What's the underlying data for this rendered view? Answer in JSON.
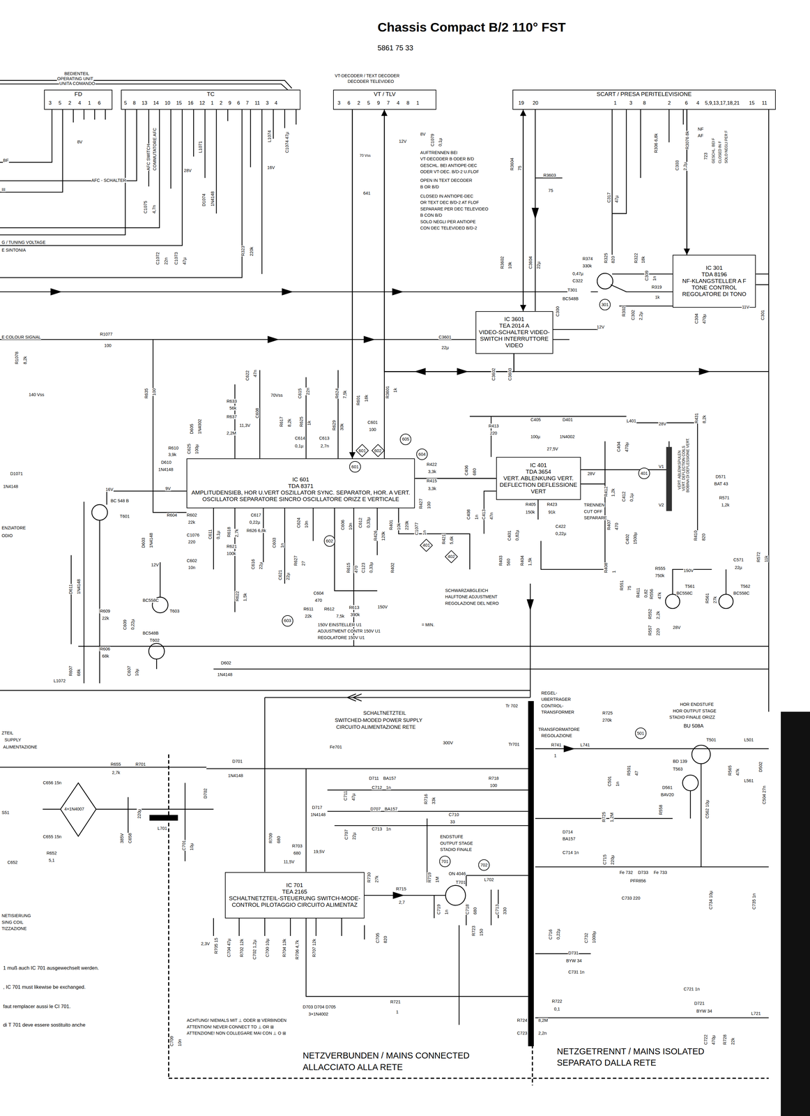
{
  "diagram": {
    "title": "Chassis Compact B/2 110° FST",
    "nodes": [
      {
        "text": [
          "FD"
        ]
      },
      {
        "text": [
          "TC"
        ]
      },
      {
        "text": [
          "VT / TLV"
        ]
      },
      {
        "text": [
          "SCART / PRESA PERITELEVISIONE"
        ]
      },
      {
        "text": [
          "IC 301",
          "TDA 8196",
          "NF-KLANGSTELLER A F TONE CONTROL REGOLATORE DI TONO"
        ]
      },
      {
        "text": [
          "IC 3601",
          "TEA 2014 A",
          "VIDEO-SCHALTER VIDEO-SWITCH INTERRUTTORE VIDEO"
        ]
      },
      {
        "text": [
          "IC 601",
          "TDA 8371",
          "AMPLITUDENSIEB, HOR U.VERT OSZILLATOR SYNC. SEPARATOR, HOR. A VERT. OSCILLATOR SEPARATORE SINCRO OSCILLATORE ORIZZ E VERTICALE"
        ]
      },
      {
        "text": [
          "IC 401",
          "TDA 3654",
          "VERT. ABLENKUNG VERT. DEFLECTION DEFLESSIONE VERT"
        ]
      },
      {
        "text": [
          "IC 701",
          "TEA 2165",
          "SCHALTNETZTEIL-STEUERUNG SWITCH-MODE-CONTROL PILOTAGGIO CIRCUITO ALIMENTAZ"
        ]
      },
      {
        "text": [
          "301"
        ]
      },
      {
        "text": [
          "604"
        ]
      },
      {
        "text": [
          "605"
        ]
      },
      {
        "text": [
          "601"
        ]
      },
      {
        "text": [
          "602"
        ]
      },
      {
        "text": [
          "601"
        ],
        "in": 6
      },
      {
        "text": [
          "602"
        ]
      },
      {
        "text": [
          "603"
        ]
      },
      {
        "text": [
          "401"
        ]
      },
      {
        "text": [
          "401"
        ]
      },
      {
        "text": [
          "402"
        ]
      },
      {
        "text": [
          "501"
        ]
      },
      {
        "text": [
          "701"
        ]
      },
      {
        "text": [
          "702"
        ]
      }
    ],
    "edges": [
      {
        "from": 2,
        "to": 6,
        "arrow": "to"
      },
      {
        "from": 3,
        "to": 5,
        "arrow": "both"
      },
      {
        "from": 6,
        "to": 7,
        "arrow": "none"
      },
      {
        "from": 3,
        "to": 4,
        "arrow": "to"
      },
      {
        "from": 5,
        "to": 2,
        "arrow": "to"
      }
    ],
    "labels": [
      "5861 75 33",
      "BEDIENTEIL",
      "OPERATING UNIT",
      "UNITA COMANDO",
      "VT-DECODER / TEXT DECODER",
      "DECODER TELEVIDEO",
      "3 5 2 4 1 6",
      "5 8 13 14 10 15 16 12 1 2 9 6 7 11 3 4",
      "3 6 2 5 9 7 4 8 1",
      "19",
      "20",
      "1",
      "3",
      "8",
      "2",
      "6",
      "4",
      "5,9,13,17,18,21",
      "15",
      "11",
      "8V",
      "AFC SWITCH",
      "COMMUTATORE AFC",
      "BF",
      "AFC - SCHALTER",
      "C1075",
      "4,7n",
      "L1071",
      "28V",
      "D1074",
      "1N4148",
      "L1074",
      "16V",
      "C1074 47µ",
      "R323",
      "220k",
      "C1072",
      "C1073",
      "22n",
      "47µ",
      "G / TUNING VOLTAGE",
      "E SINTONIA",
      "E COLOUR SIGNAL",
      "R1077",
      "100",
      "R1078",
      "8,2k",
      "140 Vss",
      "D1071",
      "1N4148",
      "ENZIATORE",
      "ODIO",
      "70 Vss",
      "12V",
      "8V",
      "C1079",
      "0,1µ",
      "AUFTRENNEN BEI",
      "VT-DECODER B ODER B/D",
      "GESCHL. BEI ANTIOPE-DEC",
      "ODER VT-DEC. B/D-2 U.FLOF",
      "OPEN IN TEXT DECODER",
      "B OR B/D",
      "CLOSED IN ANTIOPE-DEC",
      "OR TEXT DEC B/D-2 AT FLOF",
      "SEPARARE PER DEC TELEVIDEO",
      "B CON B/D",
      "SOLO NEGLI PER ANTIOPE",
      "CON DEC TELEVIDEO B/D-2",
      "641",
      "R3604",
      "75",
      "R3603",
      "75",
      "R3602",
      "10k",
      "C3604",
      "22µ",
      "R306 6,8k",
      "R3076 8k",
      "NF",
      "AF",
      "C303",
      "2,2µ",
      "723",
      "GESCHL. BEI F",
      "CLOSED IN F",
      "SOLO NEGLI PER F",
      "C317",
      "47µ",
      "R325",
      "820",
      "R322",
      "18k",
      "R374",
      "330k",
      "0,47µ",
      "C322",
      "T301",
      "BC548B",
      "C300",
      "R302",
      "C302",
      "2,2µ",
      "R319",
      "1k",
      "C309",
      "1n",
      "C304",
      "470µ",
      "11V",
      "C301",
      "C3601",
      "22µ",
      "C3602",
      "C3603",
      "12V",
      "R635",
      "100",
      "R633",
      "56k",
      "C622",
      "47n",
      "D605",
      "1N4002",
      "R637",
      "2,2M",
      "11,3V",
      "C608",
      "C625",
      "100µ",
      "70Vss",
      "R617",
      "8,2k",
      "C615",
      "22n",
      "R625",
      "1k",
      "C614",
      "0,1µ",
      "C613",
      "2,7n",
      "R624",
      "7,5k",
      "R629",
      "30k",
      "R601",
      "18k",
      "C601",
      "100",
      "R3601",
      "1k",
      "R610",
      "3,9k",
      "D610",
      "1N4148",
      "9V",
      "16V",
      "BC 548 B",
      "T601",
      "R604",
      "R602",
      "22k",
      "D603",
      "1N4148",
      "12V",
      "C1076",
      "220",
      "C602",
      "10n",
      "C611",
      "0,1µ",
      "R618",
      "2,7k",
      "C617",
      "0,22µ",
      "R626 6,8k",
      "C603",
      "1n",
      "C624",
      "10n",
      "R621",
      "100k",
      "C616",
      "22µ",
      "C621",
      "22µ",
      "R627",
      "27",
      "R622",
      "1,5k",
      "C604",
      "470",
      "R611",
      "22k",
      "R612",
      "7,5k",
      "R613",
      "390k",
      "150V",
      "150V EINSTELLER U1",
      "ADJUSTMENT CONTR 150V U1",
      "REGOLATORE 150V U1",
      "= MIN.",
      "D611",
      "1N4148",
      "BC558C",
      "T603",
      "R609",
      "22k",
      "C609",
      "0,22µ",
      "BC548B",
      "T602",
      "R606",
      "68k",
      "R607",
      "68k",
      "C607",
      "10µ",
      "D602",
      "1N4148",
      "L1072",
      "C606",
      "10n",
      "C612",
      "0,33µ",
      "R426",
      "120k",
      "R615",
      "470",
      "C123",
      "0,33µ",
      "R401",
      "10k",
      "R402",
      "220k",
      "C1077",
      "1n",
      "R421",
      "5,6k",
      "R427",
      "100",
      "R422",
      "3,3k",
      "R415",
      "3,3k",
      "C406",
      "680",
      "C408",
      "1n",
      "C413",
      "47n",
      "R413",
      "220",
      "C405",
      "100µ",
      "D401",
      "1N4002",
      "27,5V",
      "L401",
      "28V",
      "C404",
      "470µ",
      "R431",
      "8,2k",
      "28V",
      "C412",
      "0,1µ",
      "R412",
      "1,2k",
      "VERT. ABLENKSPULEN",
      "VERT. DEFLECTION COILS",
      "BOBINA DI DEFLESSIONE VERT.",
      "V1",
      "V2",
      "D571",
      "BAT 43",
      "R571",
      "1,2k",
      "R410",
      "820",
      "R407",
      "470",
      "C402",
      "1500µ",
      "R405",
      "150k",
      "R423",
      "91k",
      "TRENNEN",
      "CUT OFF",
      "SEPARARE",
      "C422",
      "0,22µ",
      "C401",
      "0,82µ",
      "R403",
      "560",
      "R404",
      "1,5k",
      "R408",
      "1",
      "R551",
      "75",
      "R411",
      "0,82",
      "R555",
      "750k",
      "150V",
      "C571",
      "22µ",
      "R556",
      "47k",
      "R552",
      "2,2k",
      "R557",
      "220",
      "T561",
      "BC558C",
      "R561",
      "27k",
      "T562",
      "BC558C",
      "28V",
      "R572",
      "11k",
      "SCHWARZABGLEICH",
      "HALFTONE ADJUSTMENT",
      "REGOLAZIONE DEL NERO",
      "REGEL-",
      "UBERTRAGER",
      "CONTROL-",
      "TRANSFORMER",
      "Tr 702",
      "TRANSFORMATORE",
      "REGOLAZIONE",
      "Tr701",
      "SCHALTNETZTEIL",
      "SWITCHED-MODED POWER SUPPLY",
      "CIRCUITO ALIMENTAZIONE RETE",
      "300V",
      "Fe701",
      "R655",
      "2,7k",
      "R701",
      "D701",
      "1N4148",
      "D702",
      "D711",
      "BA157",
      "C711",
      "47µ",
      "C712",
      "1n",
      "R716",
      "33k",
      "R718",
      "100",
      "D717",
      "1N4148",
      "D707",
      "BA157",
      "C710",
      "33",
      "C707",
      "22µ",
      "C713",
      "1n",
      "R709",
      "680",
      "R703",
      "680",
      "19,5V",
      "11,5V",
      "ENDSTUFE",
      "OUTPUT STAGE",
      "STADIO FINALE",
      "R730",
      "27k",
      "R719",
      "1M",
      "ON 4046",
      "T701",
      "L702",
      "R715",
      "2,7",
      "C719",
      "1n",
      "C718",
      "680",
      "C713",
      "330",
      "R723",
      "150",
      "C705",
      "820",
      "R705 15",
      "C704 47µ",
      "R702 12k",
      "C702 1,2µ",
      "C700 10µ",
      "R704 13k",
      "R706 4,7k",
      "R707 12k",
      "2,3V",
      "C656 15n",
      "4×1N4007",
      "C655 15n",
      "R652",
      "5,1",
      "C652",
      "385V",
      "C658",
      "220µ",
      "L701",
      "C701",
      "10µ",
      "D703 D704 D705",
      "3×1N4002",
      "R721",
      "1",
      "C709",
      "10n",
      "ACHTUNG! NIEMALS MIT ⊥ ODER ⊞ VERBINDEN",
      "ATTENTION! NEVER CONNECT TO ⊥ OR ⊞",
      "ATTENZIONE! NON COLLEGARE MAI CON ⊥ O ⊞",
      "R724",
      "8,2M",
      "C723",
      "2,2n",
      "NETZVERBUNDEN / MAINS CONNECTED",
      "ALLACCIATO ALLA RETE",
      "NETZGETRENNT / MAINS ISOLATED",
      "SEPARATO DALLA RETE",
      "R741",
      "1",
      "L741",
      "R725",
      "270k",
      "HOR ENDSTUFE",
      "HOR OUTPUT STAGE",
      "STADIO FINALE ORIZZ",
      "BU 508A",
      "T501",
      "L501",
      "R565",
      "47k",
      "D502",
      "BD 139",
      "T563",
      "D561",
      "BAV20",
      "R558",
      "C562 10µ",
      "L561",
      "C504 27n",
      "C501",
      "1n",
      "R501",
      "47",
      "R725",
      "1,2M",
      "D714",
      "BA157",
      "C714 1n",
      "C715",
      "220µ",
      "Fe 732",
      "D733",
      "Fe 733",
      "PFR856",
      "C733 220",
      "C734 10µ",
      "C735 1n",
      "C716",
      "0,22µ",
      "C732",
      "1000µ",
      "D731",
      "BYW 34",
      "C731 1n",
      "R722",
      "0,1",
      "C721 1n",
      "D721",
      "BYW 34",
      "C722",
      "470µ",
      "R728",
      "22k",
      "L721",
      "1 muß auch IC 701 ausgewechselt werden.",
      ", IC 701 must likewise be exchanged.",
      "faut remplacer aussi le CI 701.",
      "di T 701 deve essere sostituito anche",
      "ZTEIL",
      "SUPPLY",
      "ALIMENTAZIONE",
      "S51",
      "NETISIERUNG",
      "SING COIL",
      "TIZZAZIONE",
      "III"
    ]
  }
}
